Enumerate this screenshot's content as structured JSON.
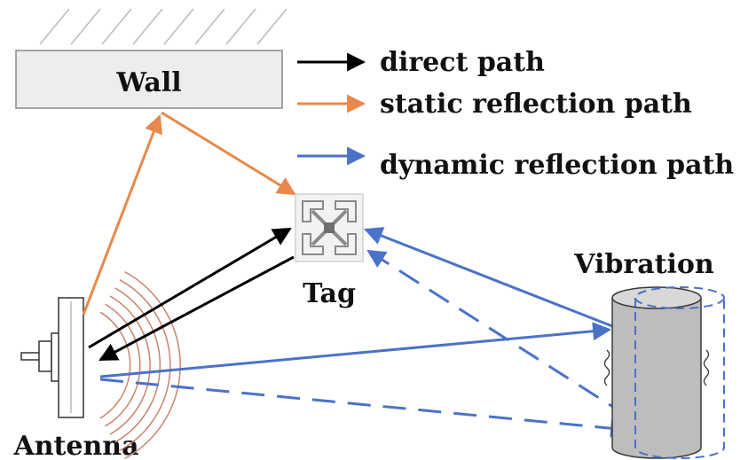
{
  "labels": {
    "wall": "Wall",
    "tag": "Tag",
    "antenna": "Antenna",
    "vibration": "Vibration"
  },
  "legend": [
    {
      "label": "direct path",
      "color": "#000000",
      "style": "solid"
    },
    {
      "label": "static reflection path",
      "color": "#E8884A",
      "style": "solid"
    },
    {
      "label": "dynamic reflection path",
      "color": "#4A72C8",
      "style": "solid"
    }
  ],
  "colors": {
    "direct": "#000000",
    "static": "#E8884A",
    "dynamic": "#4A72C8",
    "waves": "#C8846A",
    "wall_fill": "#EDEDED",
    "cylinder_fill": "#BDBDBD"
  }
}
